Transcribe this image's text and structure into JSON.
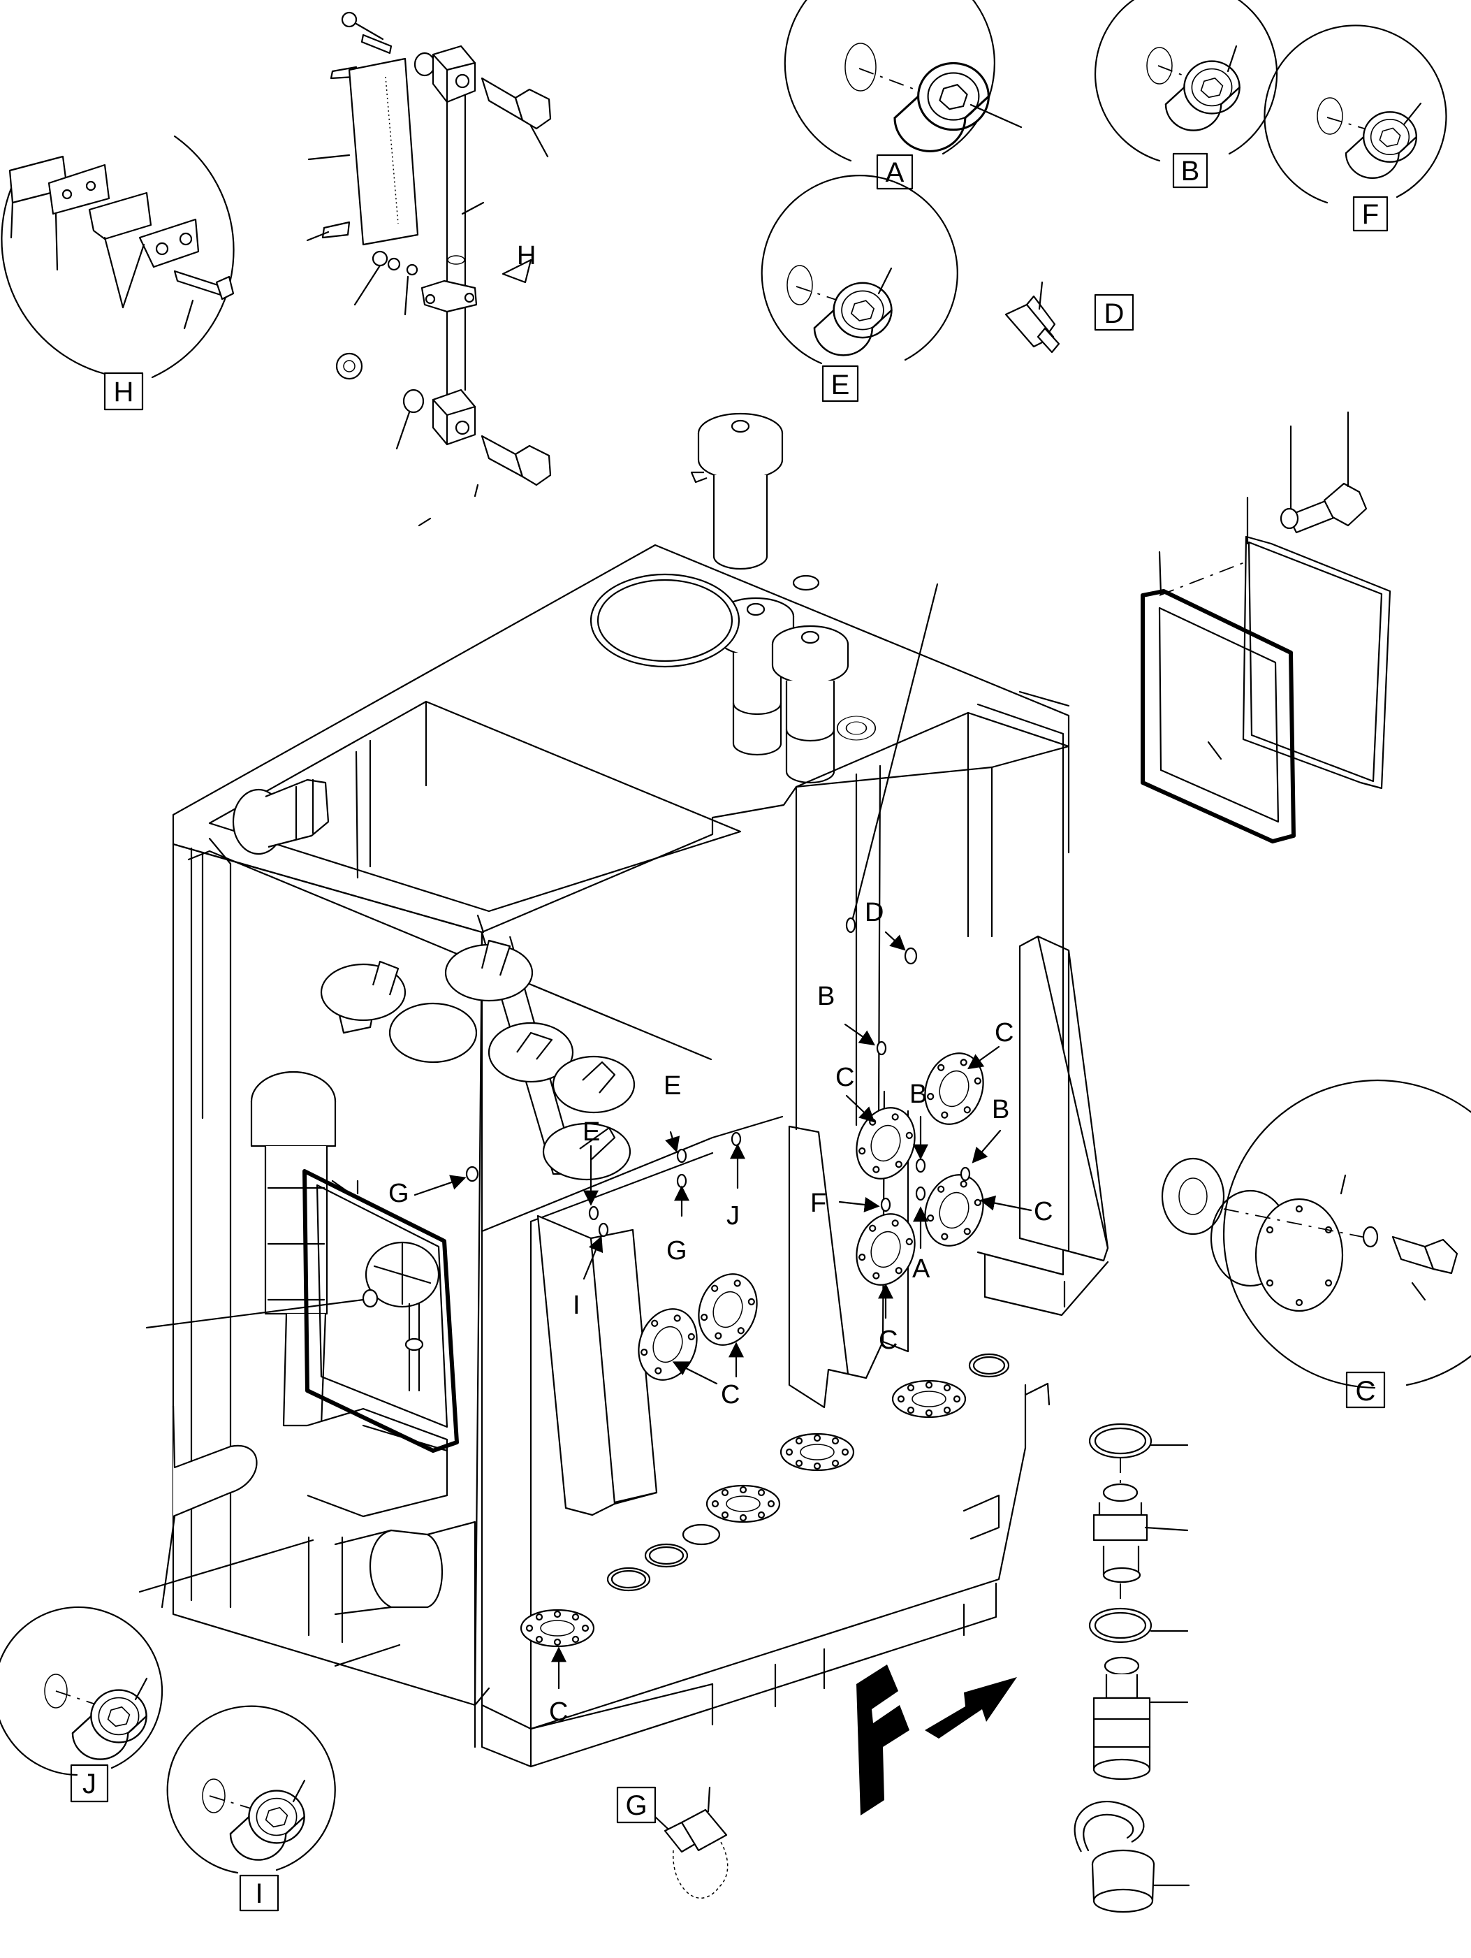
{
  "detail_boxes": [
    "A",
    "B",
    "F",
    "E",
    "D",
    "H",
    "C",
    "J",
    "I",
    "G"
  ],
  "callouts": {
    "H": "H",
    "D": "D",
    "B": "B",
    "C": "C",
    "E": "E",
    "G": "G",
    "J": "J",
    "F": "F",
    "A": "A",
    "I": "I"
  },
  "view_direction": "F"
}
